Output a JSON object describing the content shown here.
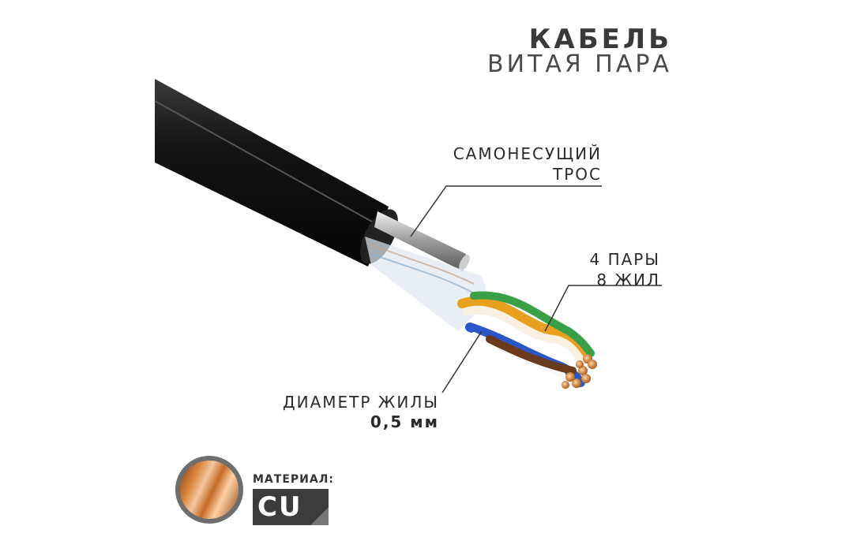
{
  "title": {
    "line1": "КАБЕЛЬ",
    "line2": "ВИТАЯ ПАРА"
  },
  "callouts": {
    "rope": [
      "САМОНЕСУЩИЙ",
      "ТРОС"
    ],
    "pairs": [
      "4 ПАРЫ",
      "8 ЖИЛ"
    ],
    "diameter": [
      "ДИАМЕТР ЖИЛЫ",
      "0,5 мм"
    ]
  },
  "material": {
    "caption": "МАТЕРИАЛ:",
    "value": "CU"
  },
  "colors": {
    "jacket": "#111111",
    "steel": "#b8b8b8",
    "copper": "#c87a3a",
    "pair_orange": "#e8a020",
    "pair_green": "#3aa048",
    "pair_blue": "#2a56c8",
    "pair_brown": "#6a3a1c"
  }
}
